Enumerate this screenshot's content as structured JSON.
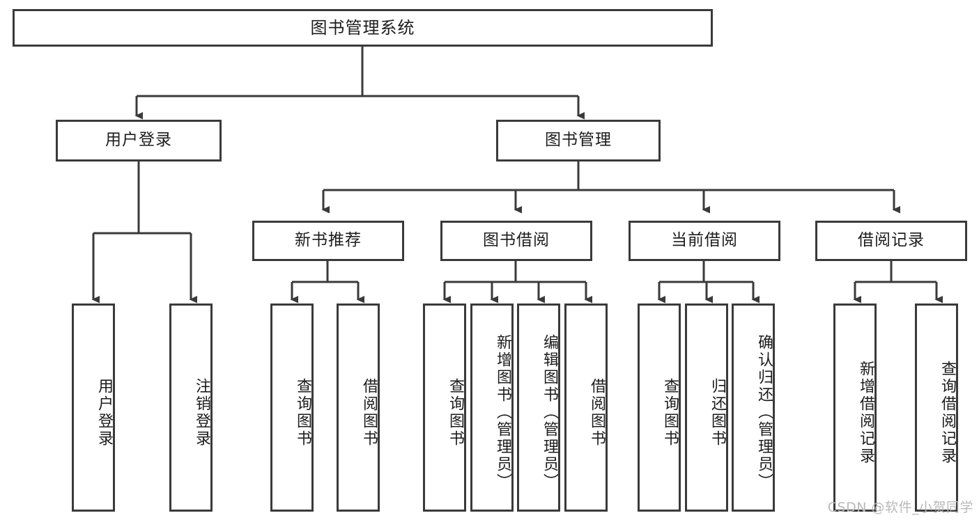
{
  "diagram": {
    "title": "图书管理系统",
    "type": "tree-hierarchy",
    "root": {
      "label": "图书管理系统"
    },
    "level1": [
      {
        "label": "用户登录"
      },
      {
        "label": "图书管理"
      }
    ],
    "level2": [
      {
        "label": "新书推荐"
      },
      {
        "label": "图书借阅"
      },
      {
        "label": "当前借阅"
      },
      {
        "label": "借阅记录"
      }
    ],
    "leaves": {
      "user_login": [
        {
          "label": "用户登录"
        },
        {
          "label": "注销登录"
        }
      ],
      "new_book_recommend": [
        {
          "label": "查询图书"
        },
        {
          "label": "借阅图书"
        }
      ],
      "book_borrow": [
        {
          "label": "查询图书"
        },
        {
          "label": "新增图书（管理员）"
        },
        {
          "label": "编辑图书（管理员）"
        },
        {
          "label": "借阅图书"
        }
      ],
      "current_borrow": [
        {
          "label": "查询图书"
        },
        {
          "label": "归还图书"
        },
        {
          "label": "确认归还（管理员）"
        }
      ],
      "borrow_record": [
        {
          "label": "新增借阅记录"
        },
        {
          "label": "查询借阅记录"
        }
      ]
    }
  },
  "watermark": {
    "text": "CSDN @软件_小贺同学"
  },
  "colors": {
    "border": "#3a3a3a",
    "background": "#ffffff",
    "text": "#1c1c1c",
    "watermark": "#b9b9b9"
  }
}
